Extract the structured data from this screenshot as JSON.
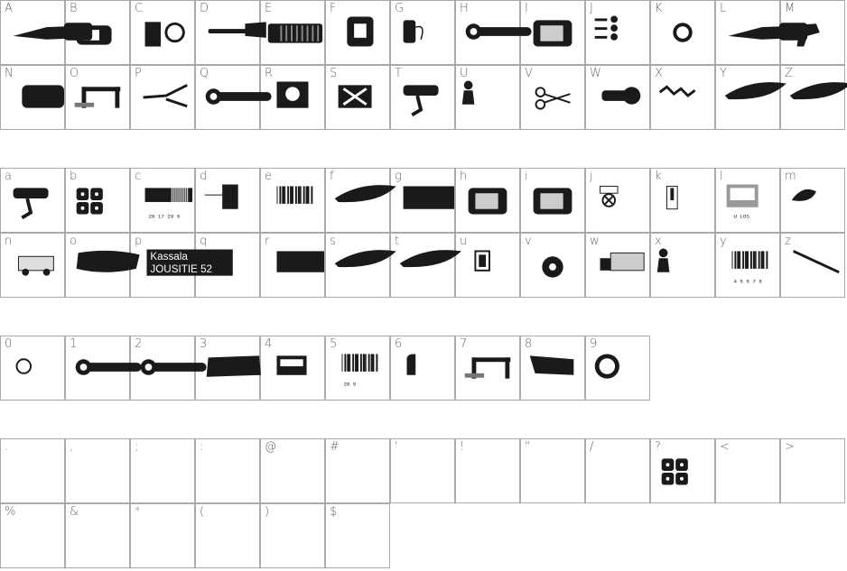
{
  "colors": {
    "border": "#a9a9a9",
    "label": "#666666",
    "glyph": "#1a1a1a",
    "background": "#ffffff"
  },
  "sections": [
    {
      "name": "uppercase",
      "rows": [
        [
          {
            "label": "A",
            "icon": "knife-icon"
          },
          {
            "label": "B",
            "icon": "tape-dispenser-icon"
          },
          {
            "label": "C",
            "icon": "handcuffs-icon"
          },
          {
            "label": "D",
            "icon": "paintbrush-icon"
          },
          {
            "label": "E",
            "icon": "syringe-icon"
          },
          {
            "label": "F",
            "icon": "tape-measure-icon"
          },
          {
            "label": "G",
            "icon": "spool-icon"
          },
          {
            "label": "H",
            "icon": "wrench-icon"
          },
          {
            "label": "I",
            "icon": "camera-icon"
          },
          {
            "label": "J",
            "icon": "legend-dots-icon"
          },
          {
            "label": "K",
            "icon": "button-icon"
          },
          {
            "label": "L",
            "icon": "knife-icon"
          },
          {
            "label": "M",
            "icon": "tape-gun-icon"
          }
        ],
        [
          {
            "label": "N",
            "icon": "block-icon"
          },
          {
            "label": "O",
            "icon": "clamp-icon"
          },
          {
            "label": "P",
            "icon": "pliers-icon"
          },
          {
            "label": "Q",
            "icon": "wrench-icon"
          },
          {
            "label": "R",
            "icon": "skull-flag-icon"
          },
          {
            "label": "S",
            "icon": "crossbones-icon"
          },
          {
            "label": "T",
            "icon": "drill-icon"
          },
          {
            "label": "U",
            "icon": "figurine-icon"
          },
          {
            "label": "V",
            "icon": "scissors-icon"
          },
          {
            "label": "W",
            "icon": "flashlight-icon"
          },
          {
            "label": "X",
            "icon": "spring-icon"
          },
          {
            "label": "Y",
            "icon": "feather-icon"
          },
          {
            "label": "Z",
            "icon": "feather-icon"
          }
        ]
      ]
    },
    {
      "name": "lowercase",
      "rows": [
        [
          {
            "label": "a",
            "icon": "drill-icon"
          },
          {
            "label": "b",
            "icon": "dice-icon"
          },
          {
            "label": "c",
            "icon": "barcode-strip-icon",
            "text": "28 17 29 5"
          },
          {
            "label": "d",
            "icon": "tag-icon"
          },
          {
            "label": "e",
            "icon": "barcode-icon"
          },
          {
            "label": "f",
            "icon": "feather-icon"
          },
          {
            "label": "g",
            "icon": "black-stripe-icon"
          },
          {
            "label": "h",
            "icon": "camera-icon"
          },
          {
            "label": "i",
            "icon": "camera-icon"
          },
          {
            "label": "j",
            "icon": "sign-x-icon"
          },
          {
            "label": "k",
            "icon": "label-icon"
          },
          {
            "label": "l",
            "icon": "sign-icon",
            "text": "U LOS"
          },
          {
            "label": "m",
            "icon": "bird-icon"
          }
        ],
        [
          {
            "label": "n",
            "icon": "truck-icon"
          },
          {
            "label": "o",
            "icon": "smear-icon"
          },
          {
            "label": "p",
            "icon": "label-text-icon",
            "line1": "Kassala",
            "line2": "JOUSITIE 52"
          },
          {
            "label": "q",
            "icon": "blank-icon"
          },
          {
            "label": "r",
            "icon": "black-box-icon"
          },
          {
            "label": "s",
            "icon": "feather-icon"
          },
          {
            "label": "t",
            "icon": "feather-icon"
          },
          {
            "label": "u",
            "icon": "stamp-icon"
          },
          {
            "label": "v",
            "icon": "disc-icon"
          },
          {
            "label": "w",
            "icon": "lorry-icon"
          },
          {
            "label": "x",
            "icon": "figurine-icon"
          },
          {
            "label": "y",
            "icon": "barcode-icon",
            "text": "4 5 5 7 8"
          },
          {
            "label": "z",
            "icon": "rod-icon"
          }
        ]
      ]
    },
    {
      "name": "digits",
      "rows": [
        [
          {
            "label": "0",
            "icon": "ring-icon"
          },
          {
            "label": "1",
            "icon": "wrench-icon"
          },
          {
            "label": "2",
            "icon": "wrench-icon"
          },
          {
            "label": "3",
            "icon": "van-icon"
          },
          {
            "label": "4",
            "icon": "box-icon"
          },
          {
            "label": "5",
            "icon": "barcode-icon",
            "text": "28 5"
          },
          {
            "label": "6",
            "icon": "bracket-icon"
          },
          {
            "label": "7",
            "icon": "clamp-icon"
          },
          {
            "label": "8",
            "icon": "tube-icon"
          },
          {
            "label": "9",
            "icon": "tape-roll-icon"
          }
        ]
      ]
    },
    {
      "name": "punctuation",
      "rows": [
        [
          {
            "label": ".",
            "icon": ""
          },
          {
            "label": ",",
            "icon": ""
          },
          {
            "label": ";",
            "icon": ""
          },
          {
            "label": ":",
            "icon": ""
          },
          {
            "label": "@",
            "icon": ""
          },
          {
            "label": "#",
            "icon": ""
          },
          {
            "label": "'",
            "icon": ""
          },
          {
            "label": "!",
            "icon": ""
          },
          {
            "label": "\"",
            "icon": ""
          },
          {
            "label": "/",
            "icon": ""
          },
          {
            "label": "?",
            "icon": "dice-icon"
          },
          {
            "label": "<",
            "icon": ""
          },
          {
            "label": ">",
            "icon": ""
          }
        ],
        [
          {
            "label": "%",
            "icon": ""
          },
          {
            "label": "&",
            "icon": ""
          },
          {
            "label": "*",
            "icon": ""
          },
          {
            "label": "(",
            "icon": ""
          },
          {
            "label": ")",
            "icon": ""
          },
          {
            "label": "$",
            "icon": ""
          }
        ]
      ]
    }
  ]
}
